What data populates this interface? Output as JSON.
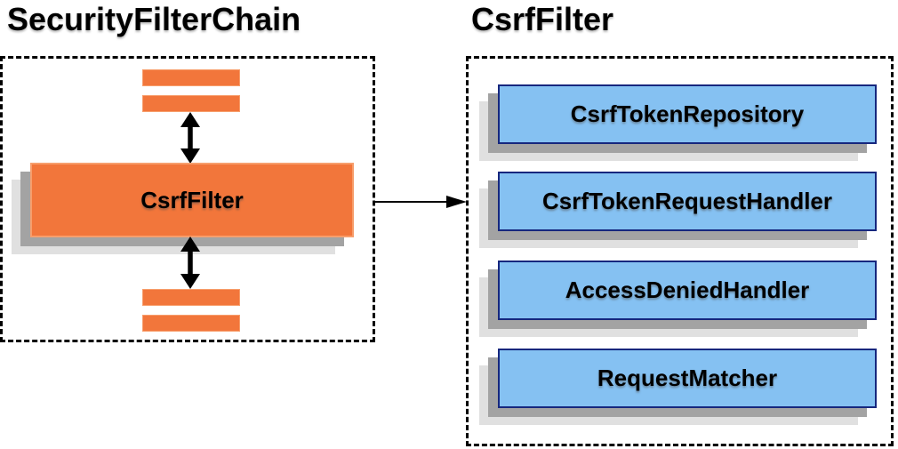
{
  "diagram": {
    "left_panel": {
      "title": "SecurityFilterChain",
      "filter_box_label": "CsrfFilter"
    },
    "right_panel": {
      "title": "CsrfFilter",
      "components": [
        "CsrfTokenRepository",
        "CsrfTokenRequestHandler",
        "AccessDeniedHandler",
        "RequestMatcher"
      ]
    },
    "colors": {
      "orange_fill": "#F2763B",
      "orange_border": "#F79E6C",
      "blue_fill": "#85C1F2",
      "blue_border": "#16277E",
      "shadow_mid": "#A3A3A3",
      "shadow_light": "#E0E0E0",
      "arrow": "#000000"
    }
  }
}
